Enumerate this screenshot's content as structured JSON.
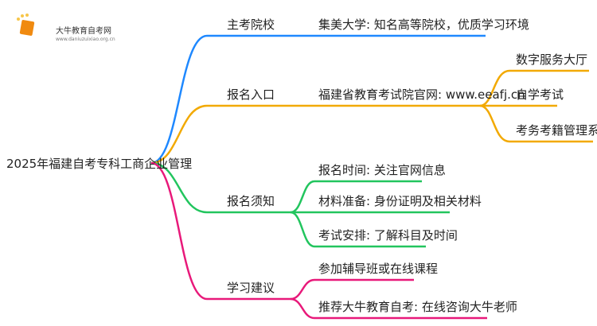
{
  "logo": {
    "title": "大牛教育自考网",
    "url": "www.daniuzuixiao.org.cn"
  },
  "root": "2025年福建自考专科工商企业管理",
  "colors": {
    "blue": "#1e88ff",
    "orange": "#f2a900",
    "green": "#22c55e",
    "pink": "#e8197a"
  },
  "branches": [
    {
      "label": "主考院校",
      "children": [
        "集美大学: 知名高等院校，优质学习环境"
      ]
    },
    {
      "label": "报名入口",
      "children": [
        "福建省教育考试院官网: www.eeafj.cn"
      ],
      "sub": [
        "数字服务大厅",
        "自学考试",
        "考务考籍管理系统"
      ]
    },
    {
      "label": "报名须知",
      "children": [
        "报名时间: 关注官网信息",
        "材料准备: 身份证明及相关材料",
        "考试安排: 了解科目及时间"
      ]
    },
    {
      "label": "学习建议",
      "children": [
        "参加辅导班或在线课程",
        "推荐大牛教育自考: 在线咨询大牛老师"
      ]
    }
  ]
}
